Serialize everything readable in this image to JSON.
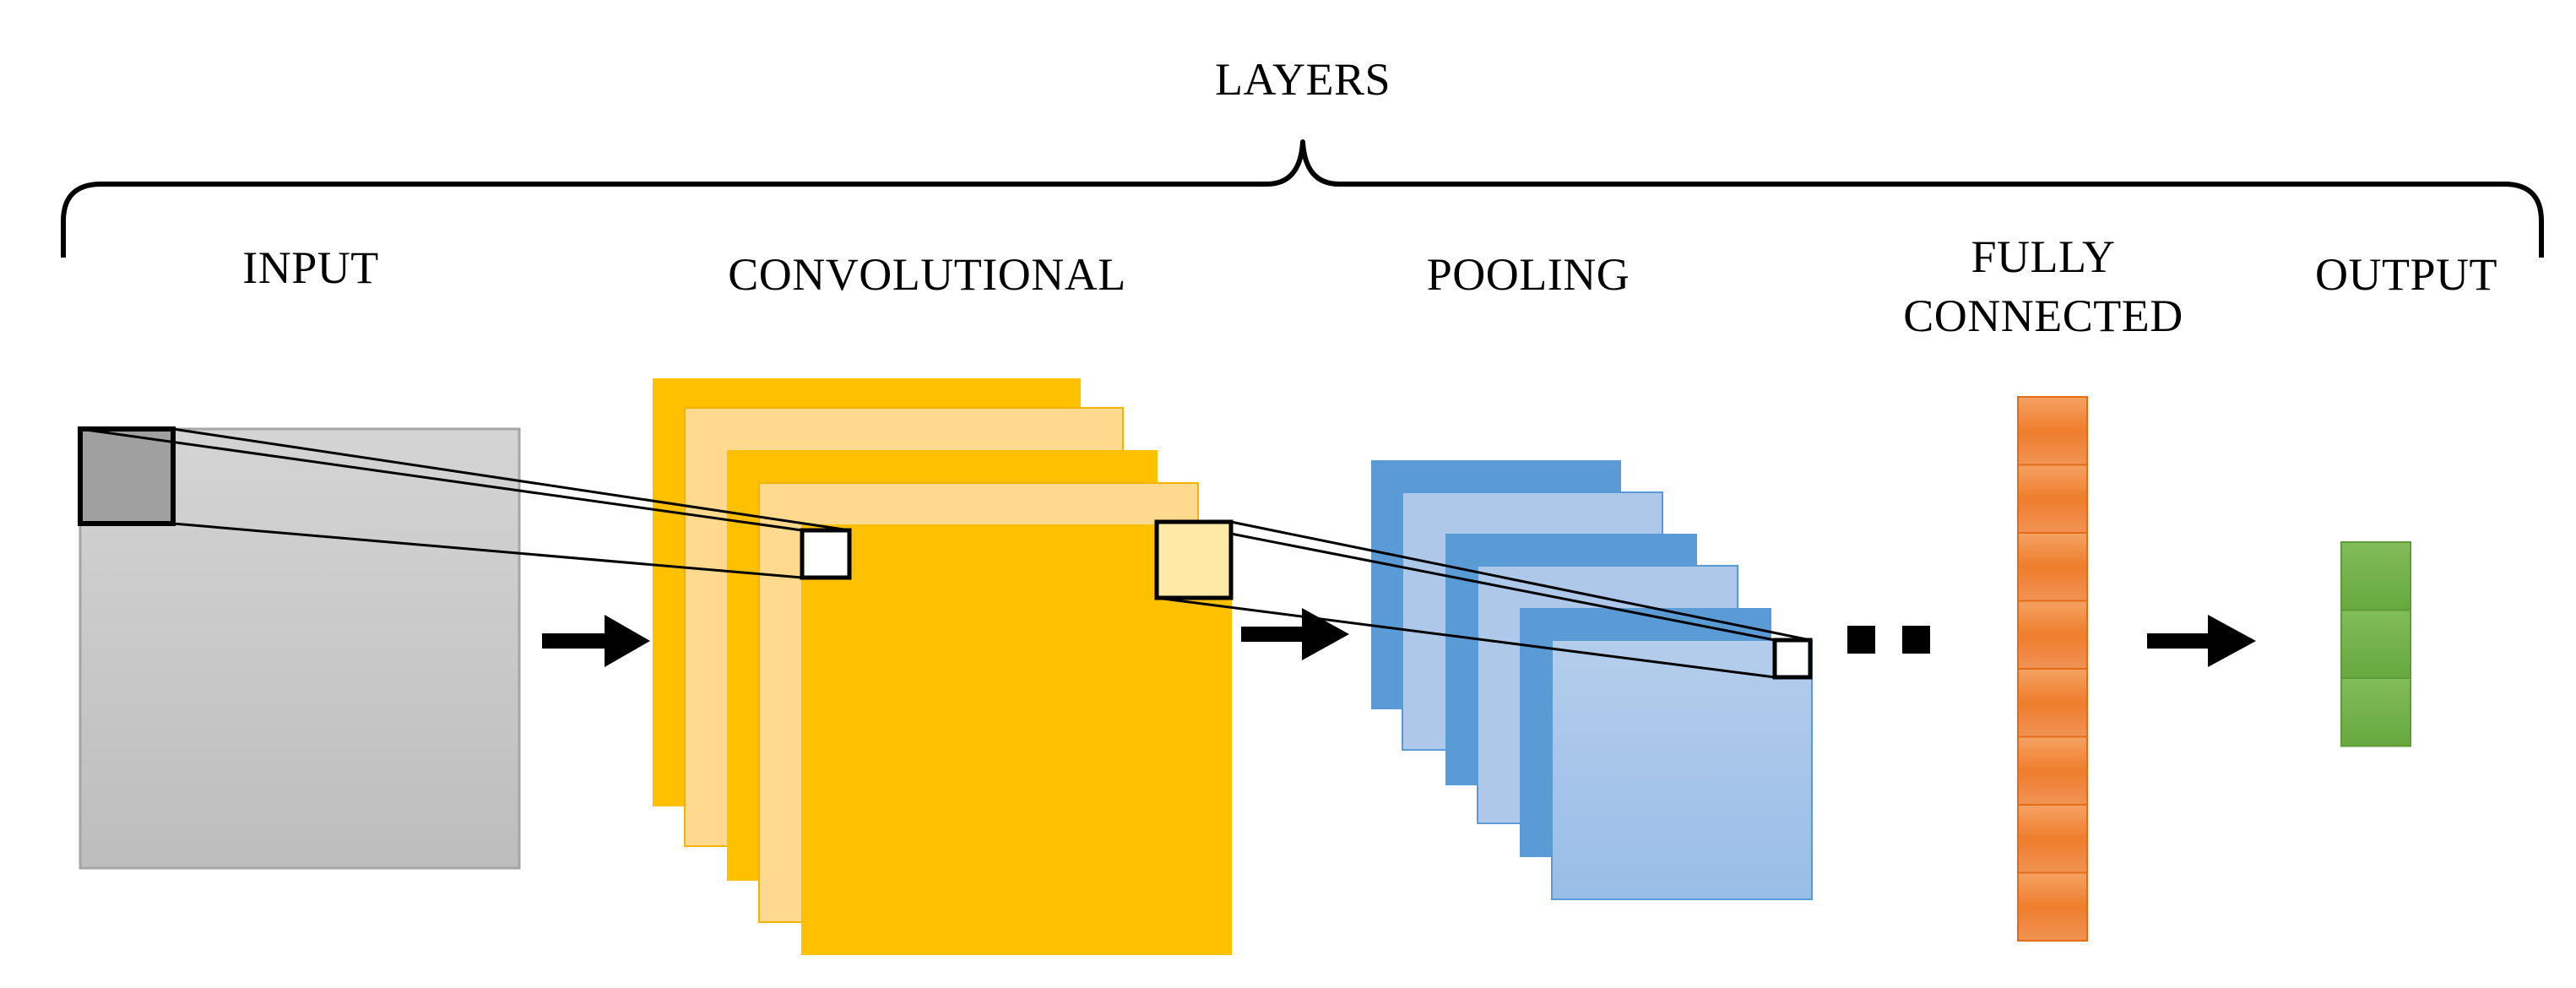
{
  "header": {
    "title": "LAYERS"
  },
  "labels": {
    "input": "INPUT",
    "convolutional": "CONVOLUTIONAL",
    "pooling": "POOLING",
    "fully_connected_line1": "FULLY",
    "fully_connected_line2": "CONNECTED",
    "output": "OUTPUT"
  },
  "colors": {
    "input_light": "#d4d4d4",
    "input_dark": "#bdbdbd",
    "input_border": "#a6a6a6",
    "kernel_fill": "#a0a0a0",
    "conv_dark": "#ffc000",
    "conv_light": "#ffd98e",
    "pool_dark": "#5b9bd5",
    "pool_light": "#aec8ea",
    "fc_fill": "#f28a3a",
    "fc_border": "#e46c16",
    "output_fill": "#70ad47",
    "output_border": "#5e9b3b",
    "line": "#000000"
  },
  "icons": [
    "arrow-right-icon",
    "ellipsis-icon",
    "curly-brace-icon"
  ]
}
